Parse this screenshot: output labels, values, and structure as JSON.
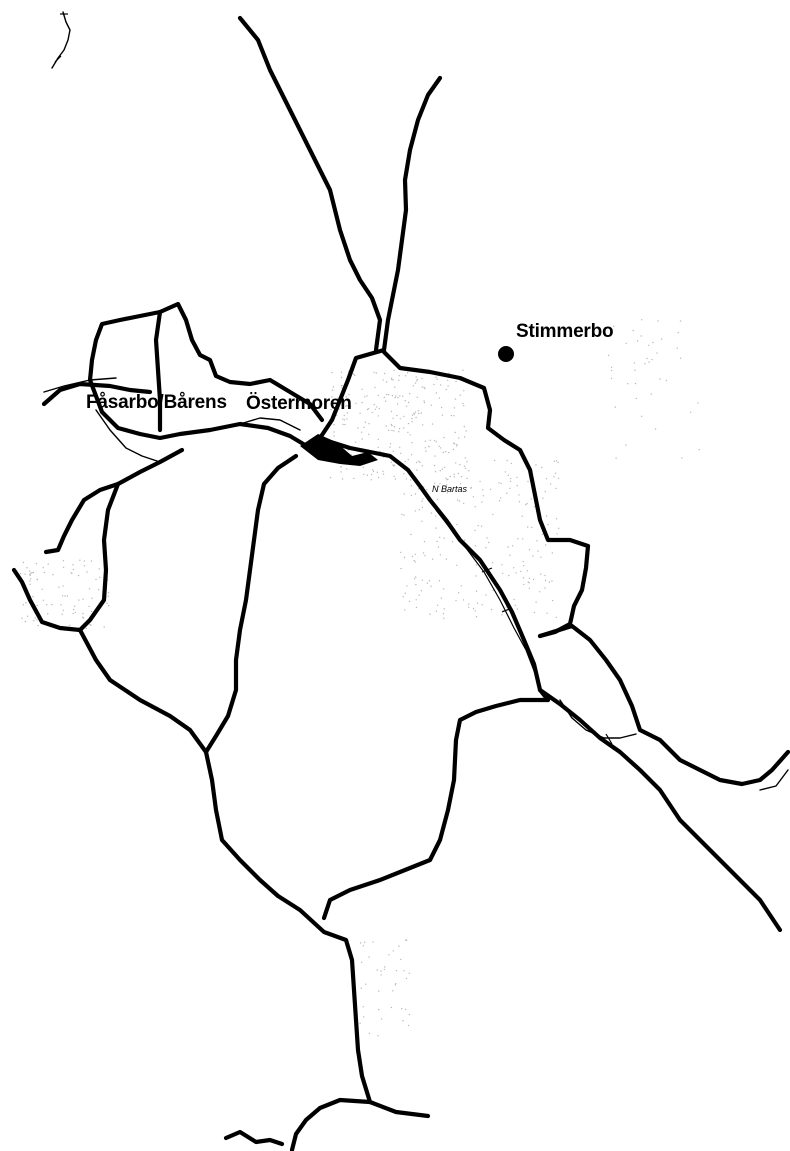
{
  "places": {
    "stimmerbo": {
      "label": "Stimmerbo"
    },
    "fasarbo": {
      "label": "Fåsarbo/Bårens"
    },
    "ostermoren": {
      "label": "Östermoren"
    },
    "small": {
      "label": "N Bartas"
    }
  },
  "colors": {
    "road": "#000000",
    "background": "#ffffff",
    "shading": "#b8b8b8"
  }
}
